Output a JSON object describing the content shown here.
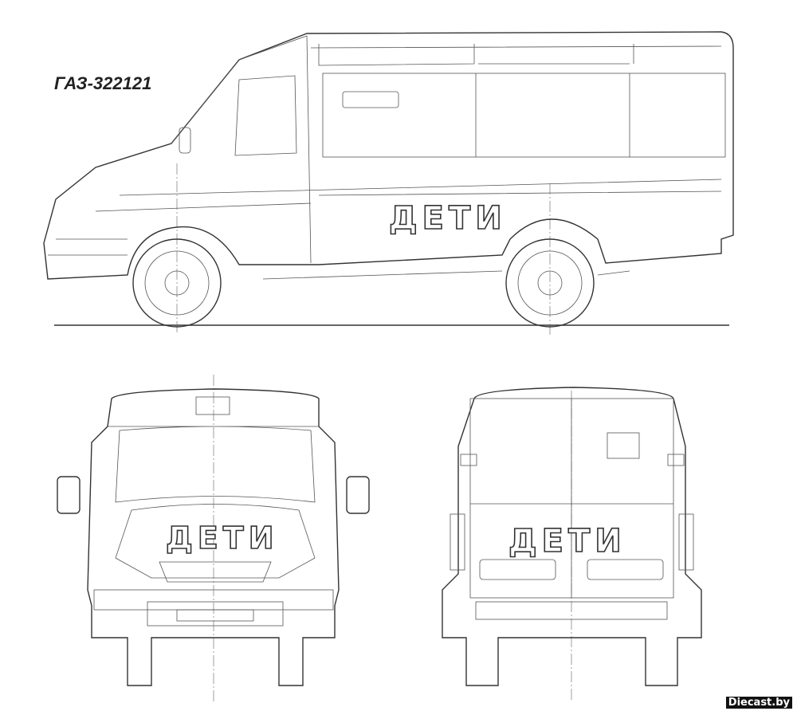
{
  "title": "ГАЗ-322121",
  "body_label": "ДЕТИ",
  "watermark": "Diecast.by"
}
